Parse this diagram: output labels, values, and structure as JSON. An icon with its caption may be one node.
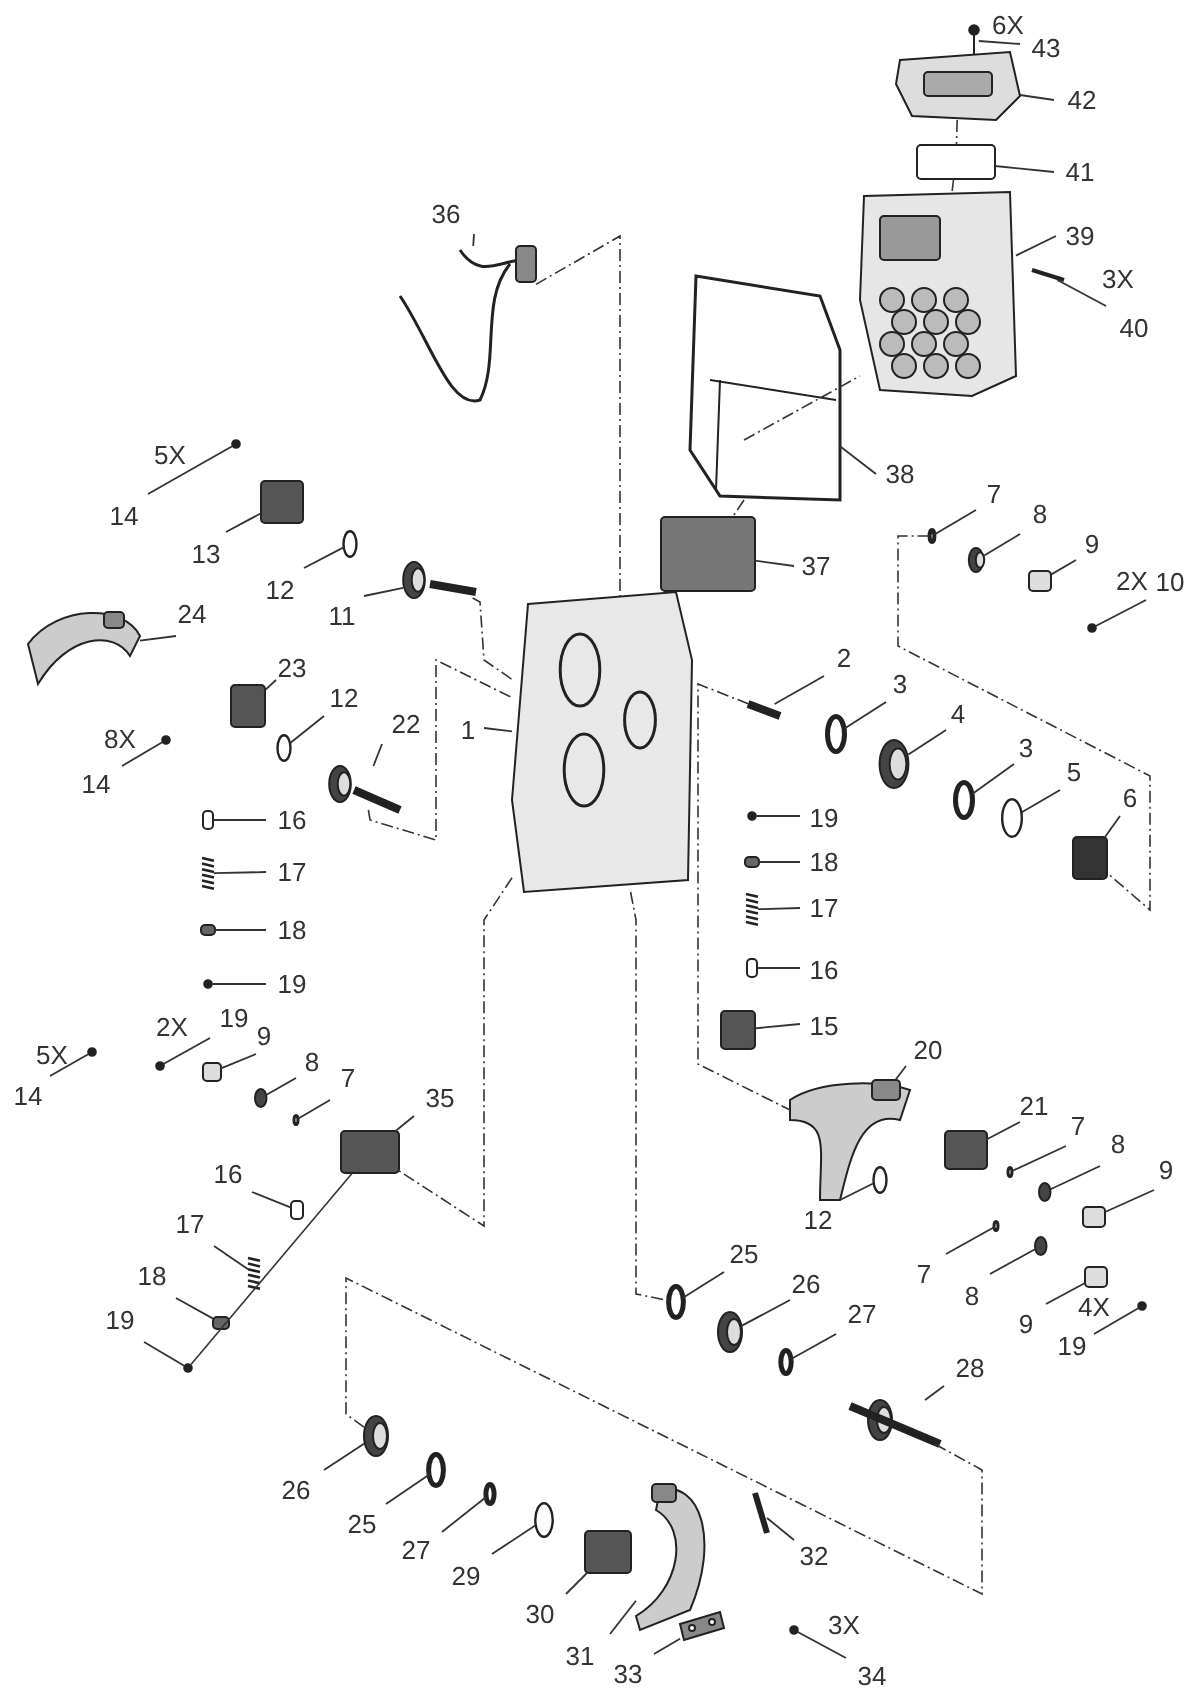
{
  "diagram": {
    "nodes": [
      {
        "text": [
          "43"
        ],
        "beside": [
          "6X"
        ]
      },
      {
        "text": [
          "42"
        ]
      },
      {
        "text": [
          "41"
        ]
      },
      {
        "text": [
          "36"
        ]
      },
      {
        "text": [
          "39"
        ]
      },
      {
        "text": [
          "40"
        ],
        "beside": [
          "3X"
        ]
      },
      {
        "text": [
          "38"
        ]
      },
      {
        "text": [
          "14"
        ],
        "beside": [
          "5X"
        ]
      },
      {
        "text": [
          "7"
        ]
      },
      {
        "text": [
          "8"
        ]
      },
      {
        "text": [
          "9"
        ]
      },
      {
        "text": [
          "13"
        ]
      },
      {
        "text": [
          "37"
        ]
      },
      {
        "text": [
          "12"
        ]
      },
      {
        "text": [
          "10"
        ],
        "beside": [
          "2X"
        ]
      },
      {
        "text": [
          "24"
        ]
      },
      {
        "text": [
          "11"
        ]
      },
      {
        "text": [
          "2"
        ]
      },
      {
        "text": [
          "23"
        ]
      },
      {
        "text": [
          "3"
        ]
      },
      {
        "text": [
          "12"
        ]
      },
      {
        "text": [
          "4"
        ]
      },
      {
        "text": [
          "22"
        ]
      },
      {
        "text": [
          "1"
        ]
      },
      {
        "text": [
          "14"
        ],
        "beside": [
          "8X"
        ]
      },
      {
        "text": [
          "3"
        ]
      },
      {
        "text": [
          "5"
        ]
      },
      {
        "text": [
          "6"
        ]
      },
      {
        "text": [
          "19"
        ]
      },
      {
        "text": [
          "16"
        ]
      },
      {
        "text": [
          "18"
        ]
      },
      {
        "text": [
          "17"
        ]
      },
      {
        "text": [
          "17"
        ]
      },
      {
        "text": [
          "18"
        ]
      },
      {
        "text": [
          "16"
        ]
      },
      {
        "text": [
          "19"
        ]
      },
      {
        "text": [
          "19"
        ],
        "beside": [
          "2X"
        ]
      },
      {
        "text": [
          "15"
        ]
      },
      {
        "text": [
          "9"
        ]
      },
      {
        "text": [
          "20"
        ]
      },
      {
        "text": [
          "14"
        ],
        "beside": [
          "5X"
        ]
      },
      {
        "text": [
          "8"
        ]
      },
      {
        "text": [
          "7"
        ]
      },
      {
        "text": [
          "35"
        ]
      },
      {
        "text": [
          "21"
        ]
      },
      {
        "text": [
          "7"
        ]
      },
      {
        "text": [
          "8"
        ]
      },
      {
        "text": [
          "9"
        ]
      },
      {
        "text": [
          "16"
        ]
      },
      {
        "text": [
          "12"
        ]
      },
      {
        "text": [
          "17"
        ]
      },
      {
        "text": [
          "25"
        ]
      },
      {
        "text": [
          "7"
        ]
      },
      {
        "text": [
          "18"
        ]
      },
      {
        "text": [
          "26"
        ]
      },
      {
        "text": [
          "8"
        ]
      },
      {
        "text": [
          "27"
        ]
      },
      {
        "text": [
          "19"
        ]
      },
      {
        "text": [
          "9"
        ]
      },
      {
        "text": [
          "19"
        ],
        "beside": [
          "4X"
        ]
      },
      {
        "text": [
          "28"
        ]
      },
      {
        "text": [
          "26"
        ]
      },
      {
        "text": [
          "25"
        ]
      },
      {
        "text": [
          "27"
        ]
      },
      {
        "text": [
          "32"
        ]
      },
      {
        "text": [
          "29"
        ]
      },
      {
        "text": [
          "30"
        ]
      },
      {
        "text": [
          "34"
        ],
        "beside": [
          "3X"
        ]
      },
      {
        "text": [
          "31"
        ]
      },
      {
        "text": [
          "33"
        ]
      },
      {
        "text": [],
        "shape": "picture"
      },
      {
        "text": [],
        "shape": "picture"
      },
      {
        "text": [],
        "shape": "box"
      },
      {
        "text": [],
        "shape": "picture"
      },
      {
        "text": [],
        "shape": "picture"
      },
      {
        "text": [],
        "shape": "bar"
      },
      {
        "text": [],
        "shape": "picture"
      },
      {
        "text": [],
        "shape": "circle"
      },
      {
        "text": [],
        "shape": "circle"
      },
      {
        "text": [],
        "shape": "picture"
      },
      {
        "text": [],
        "shape": "box"
      },
      {
        "text": [],
        "shape": "box"
      },
      {
        "text": [],
        "shape": "box"
      },
      {
        "text": [],
        "shape": "circle"
      },
      {
        "text": [],
        "shape": "circle"
      },
      {
        "text": [],
        "shape": "picture"
      },
      {
        "text": [],
        "shape": "picture"
      },
      {
        "text": [],
        "shape": "bar"
      },
      {
        "text": [],
        "shape": "box"
      },
      {
        "text": [],
        "shape": "circle"
      },
      {
        "text": [],
        "shape": "circle"
      },
      {
        "text": [],
        "shape": "picture"
      },
      {
        "text": [],
        "shape": "picture"
      },
      {
        "text": [],
        "shape": "picture"
      },
      {
        "text": [],
        "shape": "circle"
      },
      {
        "text": [],
        "shape": "circle"
      },
      {
        "text": [],
        "shape": "circle"
      },
      {
        "text": [],
        "shape": "box"
      },
      {
        "text": [],
        "shape": "circle"
      },
      {
        "text": [],
        "shape": "box"
      },
      {
        "text": [],
        "shape": "box"
      },
      {
        "text": [],
        "shape": "picture"
      },
      {
        "text": [],
        "shape": "picture"
      },
      {
        "text": [],
        "shape": "box"
      },
      {
        "text": [],
        "shape": "box"
      },
      {
        "text": [],
        "shape": "circle"
      },
      {
        "text": [],
        "shape": "circle"
      },
      {
        "text": [],
        "shape": "box"
      },
      {
        "text": [],
        "shape": "box"
      },
      {
        "text": [],
        "shape": "picture"
      },
      {
        "text": [],
        "shape": "circle"
      },
      {
        "text": [],
        "shape": "circle"
      },
      {
        "text": [],
        "shape": "circle"
      },
      {
        "text": [],
        "shape": "box"
      },
      {
        "text": [],
        "shape": "box"
      },
      {
        "text": [],
        "shape": "circle"
      },
      {
        "text": [],
        "shape": "circle"
      },
      {
        "text": [],
        "shape": "box"
      },
      {
        "text": [],
        "shape": "box"
      },
      {
        "text": [],
        "shape": "circle"
      },
      {
        "text": [],
        "shape": "picture"
      },
      {
        "text": [],
        "shape": "circle"
      },
      {
        "text": [],
        "shape": "circle"
      },
      {
        "text": [],
        "shape": "box"
      },
      {
        "text": [],
        "shape": "picture"
      },
      {
        "text": [],
        "shape": "circle"
      },
      {
        "text": [],
        "shape": "circle"
      },
      {
        "text": [],
        "shape": "circle"
      },
      {
        "text": [],
        "shape": "box"
      },
      {
        "text": [],
        "shape": "circle"
      },
      {
        "text": [],
        "shape": "picture"
      },
      {
        "text": [],
        "shape": "picture"
      },
      {
        "text": [],
        "shape": "circle"
      },
      {
        "text": [],
        "shape": "circle"
      },
      {
        "text": [],
        "shape": "bar"
      },
      {
        "text": [],
        "shape": "circle"
      },
      {
        "text": [],
        "shape": "box"
      },
      {
        "text": [],
        "shape": "circle"
      },
      {
        "text": [],
        "shape": "picture"
      },
      {
        "text": [],
        "shape": "picture"
      }
    ],
    "edges": [
      {
        "from": 0,
        "to": 70,
        "arrow": "none"
      },
      {
        "from": 1,
        "to": 71,
        "arrow": "none"
      },
      {
        "from": 2,
        "to": 72,
        "arrow": "none"
      },
      {
        "from": 3,
        "to": 73,
        "arrow": "none"
      },
      {
        "from": 4,
        "to": 74,
        "arrow": "none"
      },
      {
        "from": 5,
        "to": 75,
        "arrow": "none"
      },
      {
        "from": 6,
        "to": 76,
        "arrow": "none"
      },
      {
        "from": 7,
        "to": 77,
        "arrow": "none"
      },
      {
        "from": 8,
        "to": 78,
        "arrow": "none"
      },
      {
        "from": 9,
        "to": 79,
        "arrow": "none"
      },
      {
        "from": 10,
        "to": 80,
        "arrow": "none"
      },
      {
        "from": 11,
        "to": 81,
        "arrow": "none"
      },
      {
        "from": 12,
        "to": 82,
        "arrow": "none"
      },
      {
        "from": 13,
        "to": 83,
        "arrow": "none"
      },
      {
        "from": 14,
        "to": 84,
        "arrow": "none"
      },
      {
        "from": 15,
        "to": 85,
        "arrow": "none"
      },
      {
        "from": 16,
        "to": 86,
        "arrow": "none"
      },
      {
        "from": 17,
        "to": 87,
        "arrow": "none"
      },
      {
        "from": 18,
        "to": 88,
        "arrow": "none"
      },
      {
        "from": 19,
        "to": 89,
        "arrow": "none"
      },
      {
        "from": 20,
        "to": 90,
        "arrow": "none"
      },
      {
        "from": 21,
        "to": 91,
        "arrow": "none"
      },
      {
        "from": 22,
        "to": 92,
        "arrow": "none"
      },
      {
        "from": 23,
        "to": 93,
        "arrow": "none"
      },
      {
        "from": 24,
        "to": 94,
        "arrow": "none"
      },
      {
        "from": 25,
        "to": 95,
        "arrow": "none"
      },
      {
        "from": 26,
        "to": 96,
        "arrow": "none"
      },
      {
        "from": 27,
        "to": 97,
        "arrow": "none"
      },
      {
        "from": 28,
        "to": 98,
        "arrow": "none"
      },
      {
        "from": 29,
        "to": 99,
        "arrow": "none"
      },
      {
        "from": 30,
        "to": 100,
        "arrow": "none"
      },
      {
        "from": 31,
        "to": 101,
        "arrow": "none"
      },
      {
        "from": 32,
        "to": 102,
        "arrow": "none"
      },
      {
        "from": 33,
        "to": 103,
        "arrow": "none"
      },
      {
        "from": 34,
        "to": 104,
        "arrow": "none"
      },
      {
        "from": 35,
        "to": 105,
        "arrow": "none"
      },
      {
        "from": 36,
        "to": 106,
        "arrow": "none"
      },
      {
        "from": 37,
        "to": 107,
        "arrow": "none"
      },
      {
        "from": 38,
        "to": 108,
        "arrow": "none"
      },
      {
        "from": 39,
        "to": 109,
        "arrow": "none"
      },
      {
        "from": 40,
        "to": 110,
        "arrow": "none"
      },
      {
        "from": 41,
        "to": 111,
        "arrow": "none"
      },
      {
        "from": 42,
        "to": 112,
        "arrow": "none"
      },
      {
        "from": 43,
        "to": 113,
        "arrow": "none"
      },
      {
        "from": 44,
        "to": 114,
        "arrow": "none"
      },
      {
        "from": 45,
        "to": 115,
        "arrow": "none"
      },
      {
        "from": 46,
        "to": 116,
        "arrow": "none"
      },
      {
        "from": 47,
        "to": 117,
        "arrow": "none"
      },
      {
        "from": 48,
        "to": 118,
        "arrow": "none"
      },
      {
        "from": 49,
        "to": 119,
        "arrow": "none"
      },
      {
        "from": 50,
        "to": 120,
        "arrow": "none"
      },
      {
        "from": 51,
        "to": 121,
        "arrow": "none"
      },
      {
        "from": 52,
        "to": 122,
        "arrow": "none"
      },
      {
        "from": 53,
        "to": 123,
        "arrow": "none"
      },
      {
        "from": 54,
        "to": 124,
        "arrow": "none"
      },
      {
        "from": 55,
        "to": 125,
        "arrow": "none"
      },
      {
        "from": 56,
        "to": 126,
        "arrow": "none"
      },
      {
        "from": 57,
        "to": 127,
        "arrow": "none"
      },
      {
        "from": 58,
        "to": 128,
        "arrow": "none"
      },
      {
        "from": 59,
        "to": 129,
        "arrow": "none"
      },
      {
        "from": 60,
        "to": 130,
        "arrow": "none"
      },
      {
        "from": 61,
        "to": 131,
        "arrow": "none"
      },
      {
        "from": 62,
        "to": 132,
        "arrow": "none"
      },
      {
        "from": 63,
        "to": 133,
        "arrow": "none"
      },
      {
        "from": 64,
        "to": 134,
        "arrow": "none"
      },
      {
        "from": 65,
        "to": 135,
        "arrow": "none"
      },
      {
        "from": 66,
        "to": 136,
        "arrow": "none"
      },
      {
        "from": 67,
        "to": 137,
        "arrow": "none"
      },
      {
        "from": 68,
        "to": 138,
        "arrow": "none"
      },
      {
        "from": 69,
        "to": 139,
        "arrow": "none"
      },
      {
        "from": 73,
        "to": 93,
        "arrow": "none",
        "style": "dashed"
      },
      {
        "from": 86,
        "to": 93,
        "arrow": "none",
        "style": "dashed"
      },
      {
        "from": 92,
        "to": 93,
        "arrow": "none",
        "style": "dashed"
      },
      {
        "from": 93,
        "to": 113,
        "arrow": "none",
        "style": "dashed"
      },
      {
        "from": 87,
        "to": 109,
        "arrow": "none",
        "style": "dashed"
      },
      {
        "from": 93,
        "to": 121,
        "arrow": "none",
        "style": "dashed"
      },
      {
        "from": 113,
        "to": 127,
        "arrow": "none"
      },
      {
        "from": 71,
        "to": 72,
        "arrow": "none",
        "style": "dashed"
      },
      {
        "from": 72,
        "to": 74,
        "arrow": "none",
        "style": "dashed"
      },
      {
        "from": 76,
        "to": 82,
        "arrow": "none",
        "style": "dashed"
      },
      {
        "from": 76,
        "to": 74,
        "arrow": "none",
        "style": "dashed"
      },
      {
        "from": 78,
        "to": 97,
        "arrow": "none",
        "style": "dashed"
      },
      {
        "from": 131,
        "to": 130,
        "arrow": "none",
        "style": "dashed"
      }
    ]
  }
}
